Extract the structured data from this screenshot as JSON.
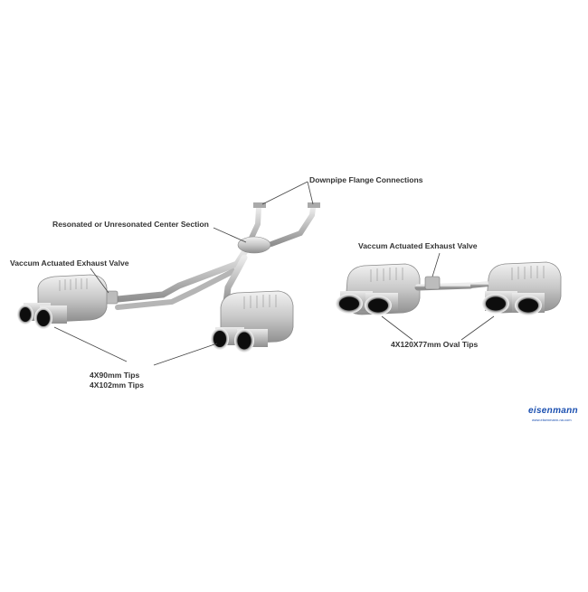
{
  "labels": {
    "downpipe": "Downpipe Flange Connections",
    "center": "Resonated or Unresonated Center Section",
    "valve_left": "Vaccum Actuated Exhaust Valve",
    "valve_right": "Vaccum Actuated Exhaust Valve",
    "tips_left_1": "4X90mm Tips",
    "tips_left_2": "4X102mm Tips",
    "tips_right": "4X120X77mm Oval Tips"
  },
  "brand": {
    "logo": "eisenmann",
    "url": "www.eisenmann-na.com",
    "color": "#1a4fb0"
  },
  "colors": {
    "metal_light": "#e3e3e3",
    "metal_mid": "#b9b9b9",
    "metal_dark": "#8a8a8a",
    "tip_inner": "#0d0d0d",
    "leader_line": "#444444"
  }
}
